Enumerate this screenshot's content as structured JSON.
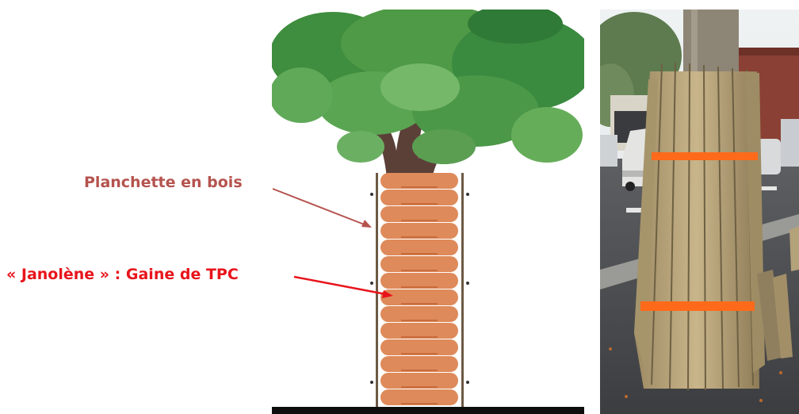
{
  "labels": {
    "planchette": "Planchette en bois",
    "janolene": "« Janolène » : Gaine de TPC"
  },
  "colors": {
    "planchette_label": "#b5534e",
    "janolene_label": "#e8141b",
    "tpc_sleeve": "#de8a5a",
    "tpc_sleeve_shadow": "#c96b3b",
    "wood_plank": "#b8a47a",
    "orange_strap": "#ff6a1a",
    "foliage": "#4f9a46",
    "trunk": "#5b4038"
  },
  "icons": {
    "tree": "tree-illustration",
    "photo": "protected-tree-photo"
  }
}
